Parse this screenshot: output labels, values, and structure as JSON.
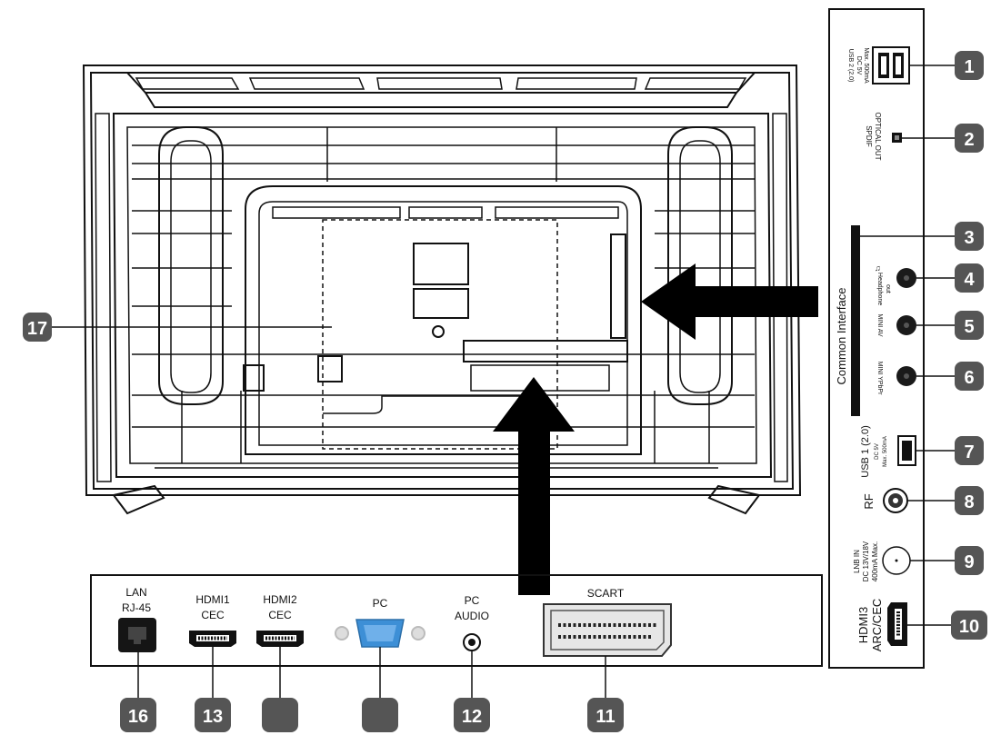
{
  "colors": {
    "badge": "#555555",
    "stroke": "#111111",
    "vga": "#3d8fd6",
    "background": "#ffffff"
  },
  "side_panel": {
    "usb2_label": "USB 2 (2.0)",
    "usb2_spec": "DC 5V",
    "usb2_max": "Max. 500mA",
    "spdif_label": "SPDIF",
    "spdif_sub": "OPTICAL OUT",
    "common_interface": "Common Interface",
    "headphone_label": "Headphone",
    "headphone_sub": "out",
    "mini_av": "MINI AV",
    "mini_ypbpr": "MINI YPbPr",
    "usb1_label": "USB 1 (2.0)",
    "usb1_spec": "DC 5V",
    "usb1_max": "Max. 500mA",
    "rf_label": "RF",
    "lnb_label": "LNB IN",
    "lnb_spec": "DC 13V/18V",
    "lnb_max": "400mA Max.",
    "hdmi3_label": "HDMI3",
    "hdmi3_sub": "ARC/CEC"
  },
  "bottom_panel": {
    "lan_label": "LAN",
    "lan_sub": "RJ-45",
    "hdmi1_label": "HDMI1",
    "hdmi1_sub": "CEC",
    "hdmi2_label": "HDMI2",
    "hdmi2_sub": "CEC",
    "pc_label": "PC",
    "pc_audio_label": "PC",
    "pc_audio_sub": "AUDIO",
    "scart_label": "SCART"
  },
  "callouts": {
    "n1": "1",
    "n2": "2",
    "n3": "3",
    "n4": "4",
    "n5": "5",
    "n6": "6",
    "n7": "7",
    "n8": "8",
    "n9": "9",
    "n10": "10",
    "n11": "11",
    "n12": "12",
    "n13": "13",
    "n16": "16",
    "n17": "17"
  }
}
